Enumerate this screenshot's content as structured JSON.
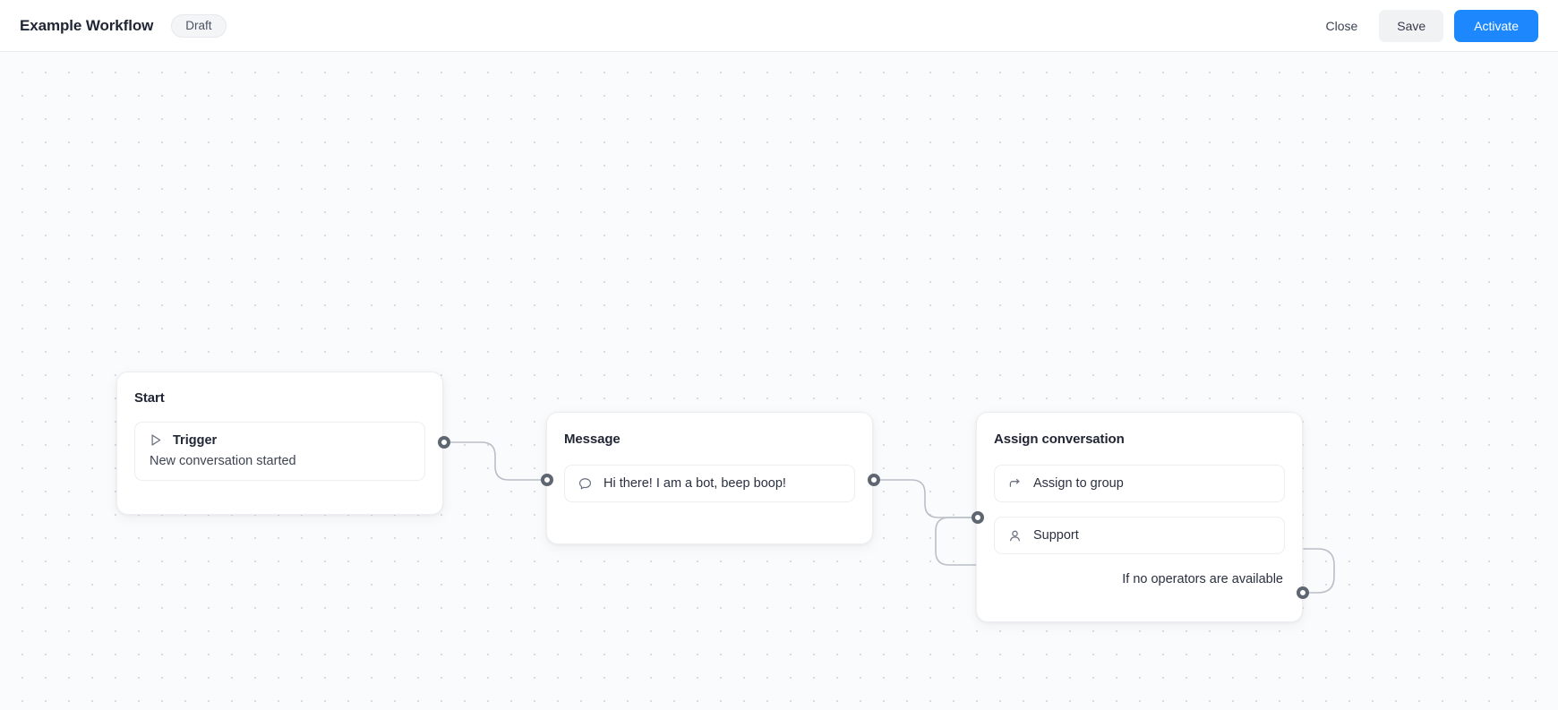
{
  "header": {
    "title": "Example Workflow",
    "status_badge": "Draft",
    "close_label": "Close",
    "save_label": "Save",
    "activate_label": "Activate",
    "accent_color": "#1d88fe",
    "badge_bg": "#f4f5f7"
  },
  "canvas": {
    "background": "#fafbfc",
    "dot_color": "#d8dbe0",
    "dot_spacing": 26,
    "edge_color": "#b9bec7",
    "port_color": "#5e6672"
  },
  "nodes": {
    "start": {
      "title": "Start",
      "trigger_label": "Trigger",
      "trigger_icon": "play-triangle-icon",
      "trigger_description": "New conversation started"
    },
    "message": {
      "title": "Message",
      "message_icon": "chat-bubble-icon",
      "message_text": "Hi there! I am a bot, beep boop!"
    },
    "assign": {
      "title": "Assign conversation",
      "assign_group_icon": "corner-up-right-arrow-icon",
      "assign_group_label": "Assign to group",
      "operator_icon": "user-icon",
      "operator_label": "Support",
      "fallback_label": "If no operators are available"
    }
  }
}
